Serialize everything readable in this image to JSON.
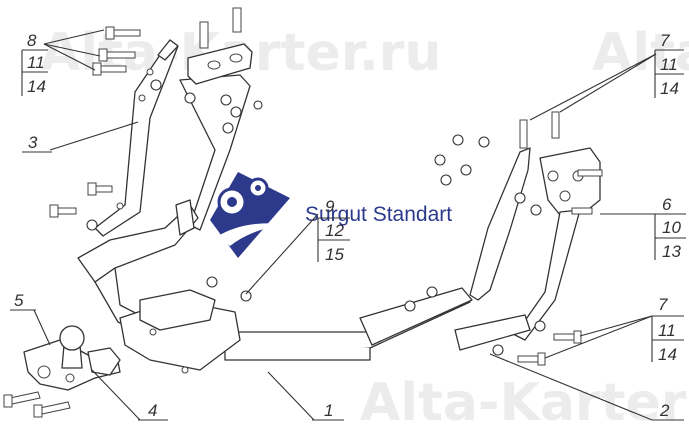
{
  "watermark": {
    "top": "Alta-Karter.ru",
    "top_right": "Alta",
    "bottom": "Alta-Karter"
  },
  "logo": {
    "name": "Surgut Standart",
    "color_primary": "#2d3a8c",
    "color_gear": "#2d3a8c"
  },
  "callouts": {
    "fastener_left_top": [
      "8",
      "11",
      "14"
    ],
    "fastener_right_top": [
      "7",
      "11",
      "14"
    ],
    "fastener_mid": [
      "9",
      "12",
      "15"
    ],
    "fastener_right_mid": [
      "6",
      "10",
      "13"
    ],
    "fastener_right_bottom": [
      "7",
      "11",
      "14"
    ],
    "part_3": "3",
    "part_5": "5",
    "part_4": "4",
    "part_1": "1",
    "part_2": "2"
  }
}
